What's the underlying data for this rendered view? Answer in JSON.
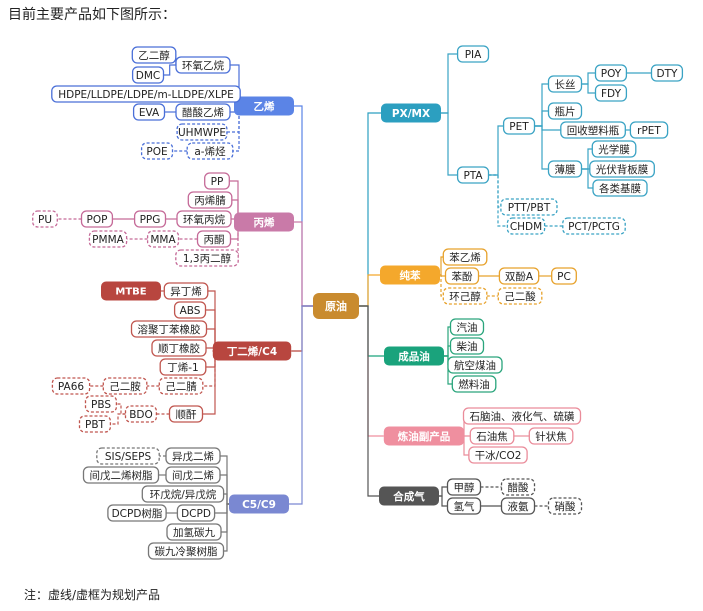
{
  "heading": "目前主要产品如下图所示：",
  "footnote": "注：虚线/虚框为规划产品",
  "colors": {
    "center": "#c98b2f",
    "ethylene": "#5b84e6",
    "propylene": "#c97aa8",
    "butadiene": "#b8463f",
    "c5c9": "#7a88d2",
    "pxmx": "#2c9fc0",
    "benzene": "#f4a82c",
    "refined": "#1aa37c",
    "byproduct": "#ef8f9f",
    "syngas": "#555555",
    "ethylene_light": "#4a6fd8",
    "propylene_light": "#c56a98",
    "butadiene_light": "#c0564f",
    "c5c9_light": "#777777",
    "pxmx_light": "#3aa3c4",
    "benzene_light": "#e7a22c",
    "refined_light": "#2aa57c",
    "byproduct_light": "#ea8c9a",
    "syngas_light": "#555555"
  },
  "center": "原油",
  "ethylene": {
    "label": "乙烯",
    "eo": "环氧乙烷",
    "eg": "乙二醇",
    "dmc": "DMC",
    "pe": "HDPE/LLDPE/LDPE/m-LLDPE/XLPE",
    "vac": "醋酸乙烯",
    "eva": "EVA",
    "uhmwpe": "UHMWPE",
    "olefin": "a-烯烃",
    "poe": "POE"
  },
  "propylene": {
    "label": "丙烯",
    "pp": "PP",
    "an": "丙烯腈",
    "po": "环氧丙烷",
    "ppg": "PPG",
    "pop": "POP",
    "pu": "PU",
    "acetone": "丙酮",
    "mma": "MMA",
    "pmma": "PMMA",
    "pdo": "1,3丙二醇"
  },
  "butadiene": {
    "label": "丁二烯/C4",
    "ib": "异丁烯",
    "mtbe": "MTBE",
    "abs": "ABS",
    "ssbr": "溶聚丁苯橡胶",
    "br": "顺丁橡胶",
    "butene": "丁烯-1",
    "adn": "己二腈",
    "ada": "己二胺",
    "pa66": "PA66",
    "ma": "顺酐",
    "bdo": "BDO",
    "pbs": "PBS",
    "pbt": "PBT"
  },
  "c5c9": {
    "label": "C5/C9",
    "isoprene": "异戊二烯",
    "sis": "SIS/SEPS",
    "pip": "间戊二烯",
    "pipres": "间戊二烯树脂",
    "cyc": "环戊烷/异戊烷",
    "dcpd": "DCPD",
    "dcpdres": "DCPD树脂",
    "hc9": "加氢碳九",
    "c9res": "碳九冷聚树脂"
  },
  "pxmx": {
    "label": "PX/MX",
    "pia": "PIA",
    "pta": "PTA",
    "pet": "PET",
    "fiber": "长丝",
    "poy": "POY",
    "dty": "DTY",
    "fdy": "FDY",
    "bottle": "瓶片",
    "recycle": "回收塑料瓶",
    "rpet": "rPET",
    "film": "薄膜",
    "optical": "光学膜",
    "pvback": "光伏背板膜",
    "base": "各类基膜",
    "ptt": "PTT/PBT",
    "chdm": "CHDM",
    "pct": "PCT/PCTG"
  },
  "benzene": {
    "label": "纯苯",
    "sm": "苯乙烯",
    "phenol": "苯酚",
    "bpa": "双酚A",
    "pc": "PC",
    "cyclohexanol": "环己醇",
    "adipic": "己二酸"
  },
  "refined": {
    "label": "成品油",
    "gasoline": "汽油",
    "diesel": "柴油",
    "jet": "航空煤油",
    "fuel": "燃料油"
  },
  "byproduct": {
    "label": "炼油副产品",
    "naphtha": "石脑油、液化气、硫磺",
    "coke": "石油焦",
    "needle": "针状焦",
    "dryice": "干冰/CO2"
  },
  "syngas": {
    "label": "合成气",
    "methanol": "甲醇",
    "acetic": "醋酸",
    "h2": "氢气",
    "nh3": "液氨",
    "nitric": "硝酸"
  }
}
